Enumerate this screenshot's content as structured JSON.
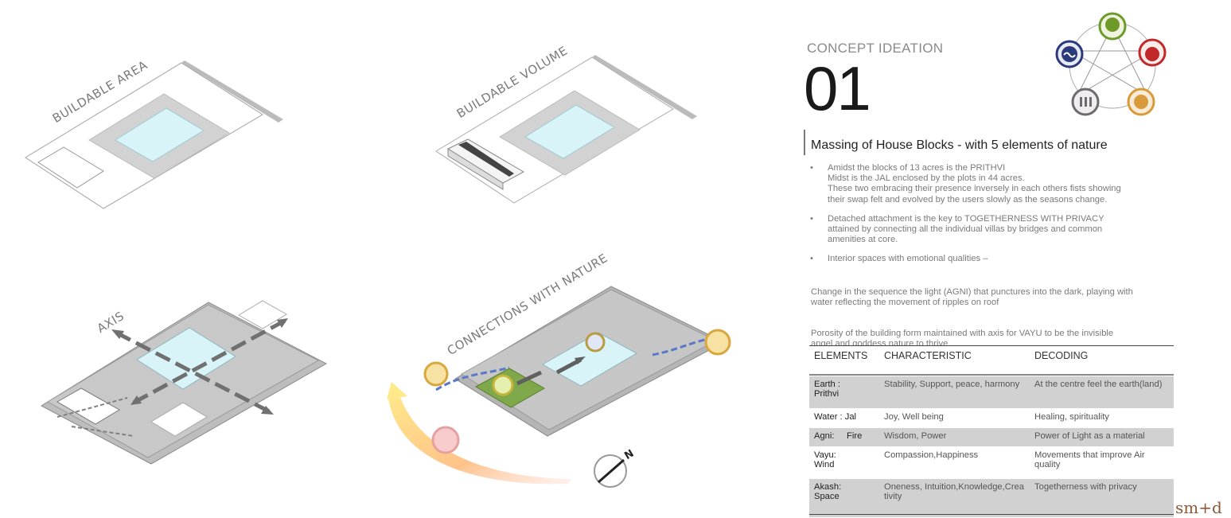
{
  "panels": {
    "buildable_area": "BUILDABLE AREA",
    "buildable_volume": "BUILDABLE VOLUME",
    "axis": "AXIS",
    "connections": "CONNECTIONS WITH NATURE",
    "compass_letter": "N"
  },
  "header": {
    "label": "CONCEPT IDEATION",
    "number": "01"
  },
  "section": {
    "heading": "Massing of House Blocks - with 5 elements of nature",
    "bullets": [
      "Amidst the blocks of 13 acres is the PRITHVI\nMidst is the JAL  enclosed by the plots in 44 acres.\nThese two embracing their  presence inversely  in each others fists showing their swap felt and evolved by the users slowly as the seasons change.",
      "Detached attachment is the key to TOGETHERNESS WITH PRIVACY attained by connecting all the individual villas by bridges and common amenities at core.",
      "Interior spaces with emotional qualities –"
    ],
    "para1": "Change in the sequence the light (AGNI) that punctures into the dark, playing                  with water reflecting the movement of ripples on roof",
    "para2": "Porosity of the building form maintained with axis for VAYU to be the invisible angel and goddess nature to thrive"
  },
  "table": {
    "headers": [
      "ELEMENTS",
      "CHARACTERISTIC",
      "DECODING"
    ],
    "rows": [
      {
        "element": "Earth :\nPrithvi",
        "characteristic": "Stability, Support, peace, harmony",
        "decoding": "At the centre feel the earth(land)"
      },
      {
        "element": "Water : Jal",
        "characteristic": "Joy, Well being",
        "decoding": "Healing, spirituality"
      },
      {
        "element": "Agni:     Fire",
        "characteristic": "Wisdom, Power",
        "decoding": "Power of Light as a material"
      },
      {
        "element": "Vayu:\nWind",
        "characteristic": "Compassion,Happiness",
        "decoding": "Movements that improve Air quality"
      },
      {
        "element": "Akash:\nSpace",
        "characteristic": "Oneness, Intuition,Knowledge,Creativity",
        "decoding": "Togetherness with privacy"
      }
    ]
  },
  "brand": "sm+d",
  "colors": {
    "earth": "#6e9a2a",
    "fire": "#c0282a",
    "air": "#d89a3a",
    "space": "#6f6a6e",
    "water": "#2a3a7a",
    "pool": "#d8f4f8",
    "slab": "#c8c8c8"
  }
}
